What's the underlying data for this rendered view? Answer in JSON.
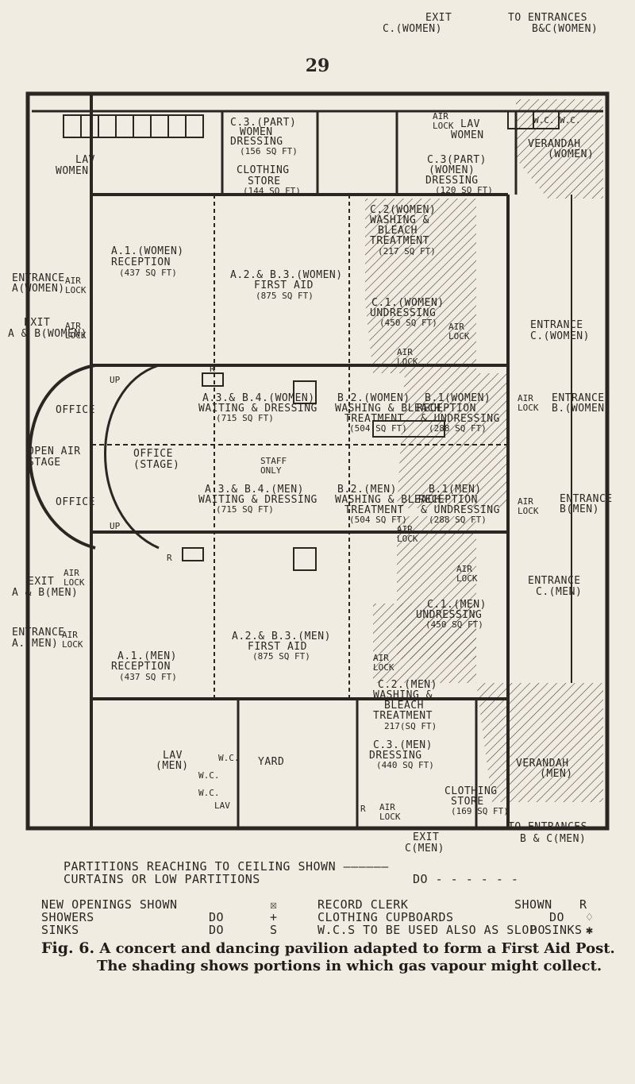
{
  "page_number": "29",
  "labels": {
    "exit_women": [
      "EXIT",
      "C.(WOMEN)"
    ],
    "to_entrances_women": [
      "TO ENTRANCES",
      "B&C(WOMEN)"
    ],
    "wc": "W.C.",
    "air_lock": [
      "AIR",
      "LOCK"
    ],
    "c3_part_women": [
      "C.3.(PART)",
      "WOMEN",
      "DRESSING",
      "(156 SQ FT)"
    ],
    "lav_women_top": [
      "LAV",
      "WOMEN"
    ],
    "lav_women_left": [
      "LAV",
      "WOMEN"
    ],
    "verandah_women": [
      "VERANDAH",
      "(WOMEN)"
    ],
    "clothing_store_top": [
      "CLOTHING",
      "STORE",
      "(144 SQ FT)"
    ],
    "c3_part_women_right": [
      "C.3(PART)",
      "(WOMEN)",
      "DRESSING",
      "(120 SQ FT)"
    ],
    "c2_women": [
      "C.2(WOMEN)",
      "WASHING &",
      "BLEACH",
      "TREATMENT",
      "(217 SQ FT)"
    ],
    "a1_women": [
      "A.1.(WOMEN)",
      "RECEPTION",
      "(437 SQ FT)"
    ],
    "a2_b3_women": [
      "A.2.& B.3.(WOMEN)",
      "FIRST AID",
      "(875 SQ FT)"
    ],
    "entrance_a_women": [
      "ENTRANCE",
      "A(WOMEN)"
    ],
    "c1_women": [
      "C.1.(WOMEN)",
      "UNDRESSING",
      "(450 SQ FT)"
    ],
    "exit_ab_women": [
      "EXIT",
      "A & B(WOMEN)"
    ],
    "entrance_c_women": [
      "ENTRANCE",
      "C.(WOMEN)"
    ],
    "up": "UP",
    "r": "R",
    "s": "S",
    "office": "OFFICE",
    "a3_b4_women": [
      "A.3.& B.4.(WOMEN)",
      "WAITING & DRESSING",
      "(715 SQ FT)"
    ],
    "b2_women": [
      "B.2.(WOMEN)",
      "WASHING & BLEACH",
      "TREATMENT",
      "(504 SQ FT)"
    ],
    "b1_women": [
      "B.1(WOMEN)",
      "RECEPTION",
      "& UNDRESSING",
      "(288 SQ FT)"
    ],
    "entrance_b_women": [
      "ENTRANCE",
      "B.(WOMEN)"
    ],
    "open_air_stage": [
      "OPEN AIR",
      "STAGE"
    ],
    "office_stage": [
      "OFFICE",
      "(STAGE)"
    ],
    "staff_only": [
      "STAFF",
      "ONLY"
    ],
    "a3_b4_men": [
      "A.3.& B.4.(MEN)",
      "WAITING & DRESSING",
      "(715 SQ FT)"
    ],
    "b2_men": [
      "B.2.(MEN)",
      "WASHING & BLEACH",
      "TREATMENT",
      "(504 SQ FT)"
    ],
    "b1_men": [
      "B.1(MEN)",
      "RECEPTION",
      "& UNDRESSING",
      "(288 SQ FT)"
    ],
    "entrance_b_men": [
      "ENTRANCE",
      "B(MEN)"
    ],
    "exit_ab_men": [
      "EXIT",
      "A & B(MEN)"
    ],
    "entrance_c_men": [
      "ENTRANCE",
      "C.(MEN)"
    ],
    "c1_men": [
      "C.1.(MEN)",
      "UNDRESSING",
      "(450 SQ FT)"
    ],
    "entrance_a_men": [
      "ENTRANCE",
      "A.(MEN)"
    ],
    "a1_men": [
      "A.1.(MEN)",
      "RECEPTION",
      "(437 SQ FT)"
    ],
    "a2_b3_men": [
      "A.2.& B.3.(MEN)",
      "FIRST AID",
      "(875 SQ FT)"
    ],
    "c2_men": [
      "C.2.(MEN)",
      "WASHING &",
      "BLEACH",
      "TREATMENT",
      "217(SQ FT)"
    ],
    "lav_men": [
      "LAV",
      "(MEN)"
    ],
    "yard": "YARD",
    "c3_men": [
      "C.3.(MEN)",
      "DRESSING",
      "(440 SQ FT)"
    ],
    "verandah_men": [
      "VERANDAH",
      "(MEN)"
    ],
    "clothing_store_men": [
      "CLOTHING",
      "STORE",
      "(169 SQ FT)"
    ],
    "exit_men": [
      "EXIT",
      "C(MEN)"
    ],
    "to_entrances_men": [
      "TO ENTRANCES",
      "B & C(MEN)"
    ]
  },
  "legend": {
    "partitions": "PARTITIONS REACHING TO CEILING SHOWN",
    "curtains": "CURTAINS OR LOW PARTITIONS",
    "do": "DO",
    "new_openings": "NEW OPENINGS SHOWN",
    "showers": "SHOWERS",
    "sinks": "SINKS",
    "record_clerk": "RECORD CLERK",
    "clothing_cupboards": "CLOTHING CUPBOARDS",
    "wc_note": "W.C.S TO BE USED ALSO AS SLOP SINKS",
    "shown": "SHOWN",
    "r": "R",
    "do_arrow": "DO",
    "sym_x": "☒",
    "sym_plus": "+",
    "sym_s": "S",
    "sym_diamond": "♢",
    "sym_star": "✱"
  },
  "caption": {
    "fig": "Fig. 6.",
    "line1": "A concert and dancing pavilion adapted to form a First Aid Post.",
    "line2": "The shading shows portions in which gas vapour might collect."
  },
  "colors": {
    "paper": "#f1ece2",
    "ink": "#2a2622"
  }
}
